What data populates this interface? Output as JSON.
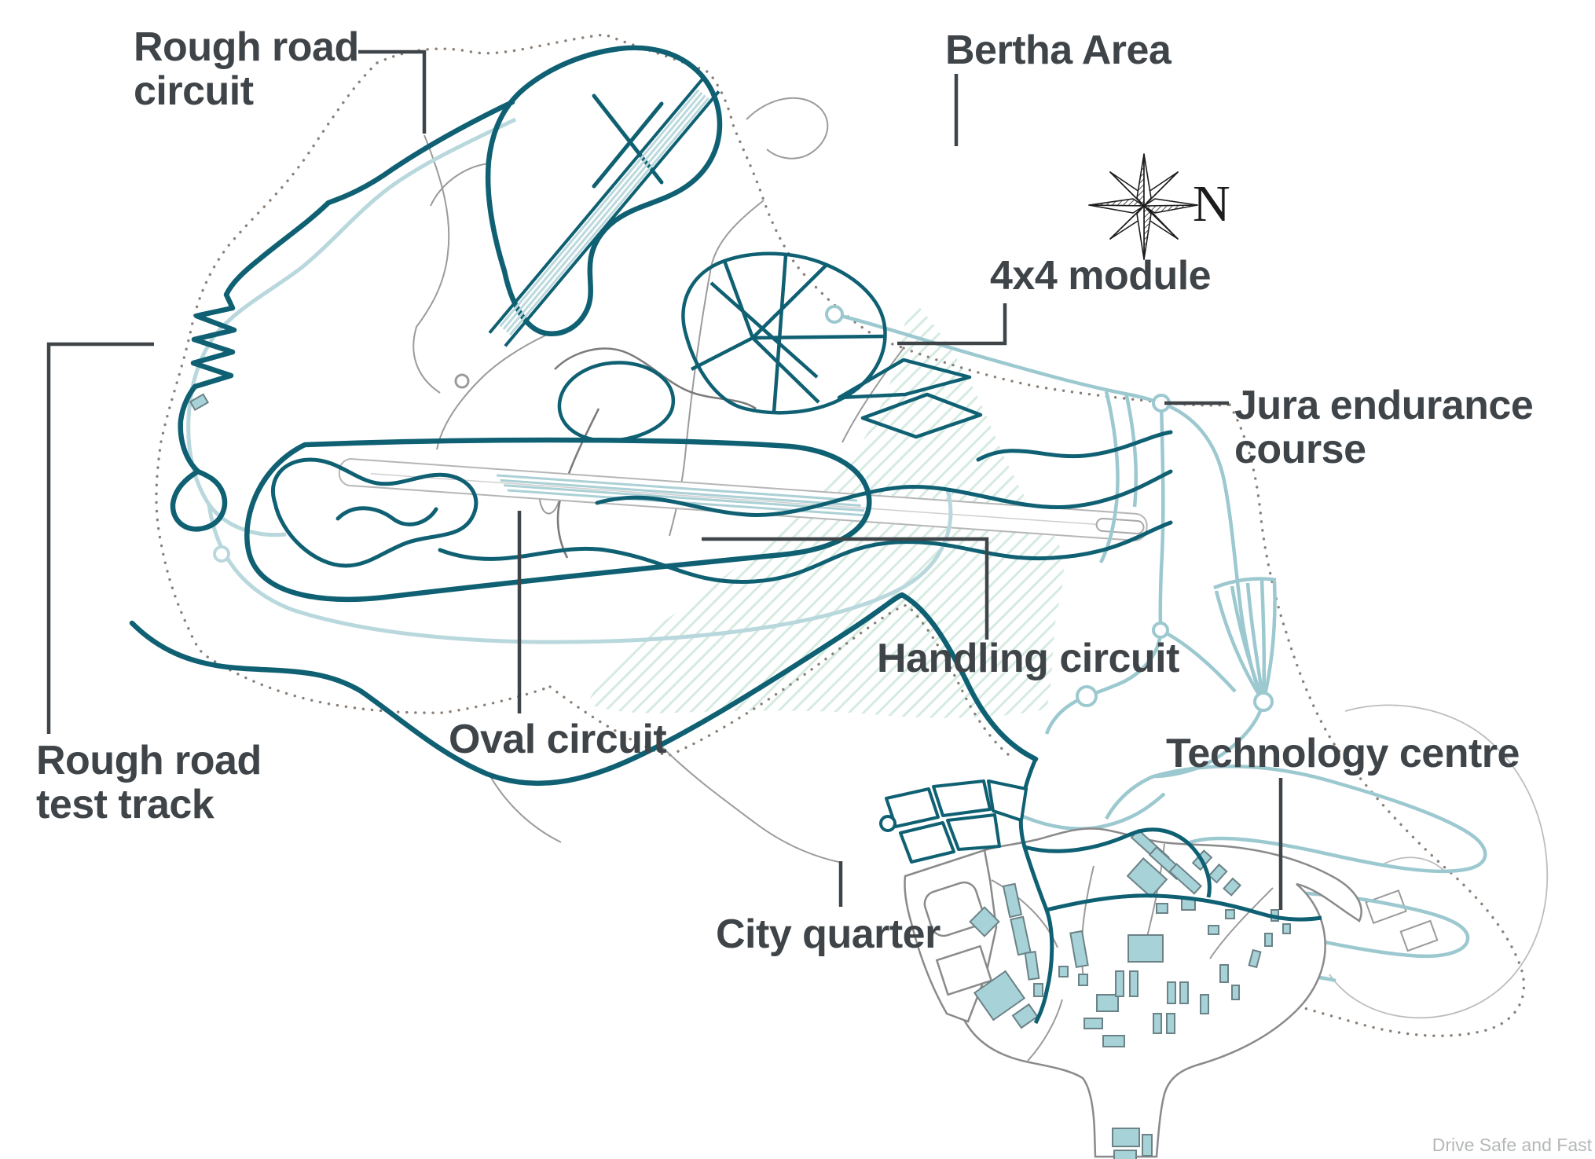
{
  "figure": {
    "type": "proving-ground-map",
    "labels": {
      "rough_road_circuit": "Rough road\ncircuit",
      "bertha_area": "Bertha Area",
      "module_4x4": "4x4 module",
      "jura_endurance_course": "Jura endurance\ncourse",
      "handling_circuit": "Handling circuit",
      "oval_circuit": "Oval circuit",
      "rough_road_test_track": "Rough road\ntest track",
      "technology_centre": "Technology centre",
      "city_quarter": "City quarter"
    },
    "compass": {
      "north_label": "N"
    },
    "watermark": {
      "text": "Drive Safe and Fast"
    },
    "colors": {
      "track_dark_teal": "#0e6072",
      "road_light_teal": "#b9d8dd",
      "road_medium_teal": "#9cc8d0",
      "road_gray": "#9b9b9b",
      "road_dark_gray": "#7c7c7c",
      "boundary_dots": "#8a8078",
      "hatch_green": "#d3eadf",
      "building_fill": "#a6d2d8",
      "building_stroke": "#6b8287",
      "label_text": "#3f4449",
      "watermark_text": "#b5b7b8",
      "background": "#ffffff"
    }
  }
}
